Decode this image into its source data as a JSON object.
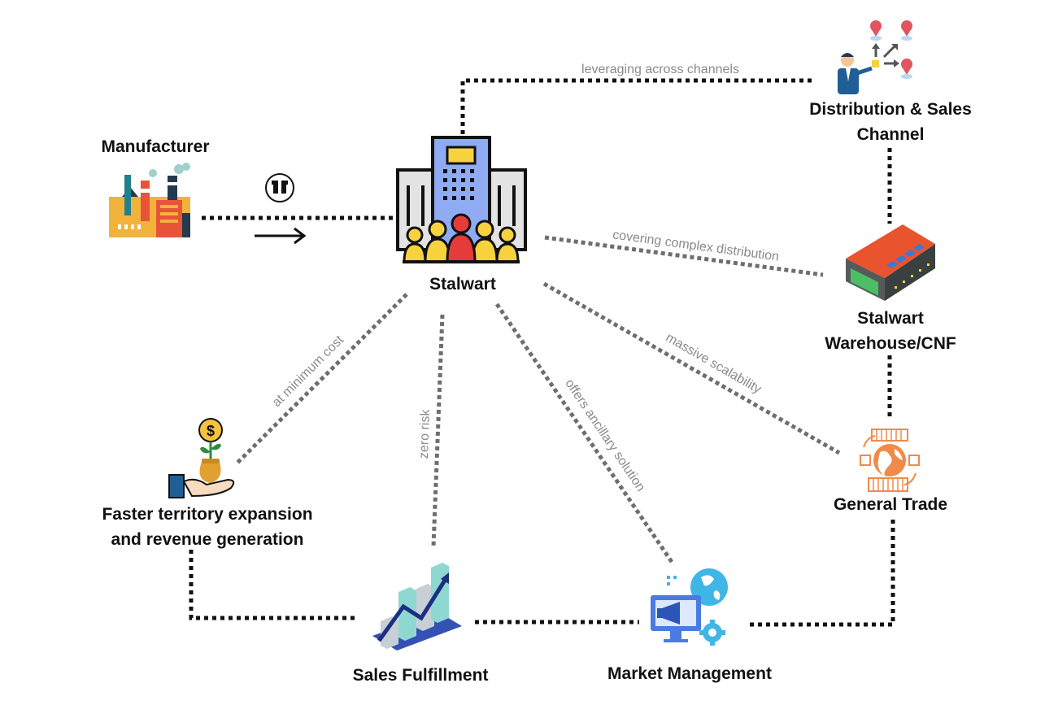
{
  "nodes": {
    "manufacturer": "Manufacturer",
    "stalwart": "Stalwart",
    "distribution_line1": "Distribution & Sales",
    "distribution_line2": "Channel",
    "warehouse_line1": "Stalwart",
    "warehouse_line2": "Warehouse/CNF",
    "general_trade": "General Trade",
    "territory_line1": "Faster territory expansion",
    "territory_line2": "and revenue generation",
    "sales_fulfillment": "Sales Fulfillment",
    "market_management": "Market Management"
  },
  "edges": {
    "leveraging": "leveraging across channels",
    "covering": "covering complex distribution",
    "min_cost": "at minimum cost",
    "zero_risk": "zero risk",
    "ancillary": "offers ancillary solution",
    "scalability": "massive scalability"
  },
  "icons": {
    "factory": "factory-icon",
    "box": "box-icon",
    "arrow": "arrow-right-icon",
    "office": "office-building-with-people-icon",
    "distribution": "presenter-with-map-pins-icon",
    "warehouse": "warehouse-icon",
    "general_trade": "globe-with-containers-icon",
    "money": "money-plant-in-hand-icon",
    "growth": "growth-bar-chart-icon",
    "marketing": "megaphone-monitor-icon"
  },
  "colors": {
    "connector_dark": "#111111",
    "connector_gray": "#6e6e6e",
    "edge_text": "#8a8a8a"
  }
}
